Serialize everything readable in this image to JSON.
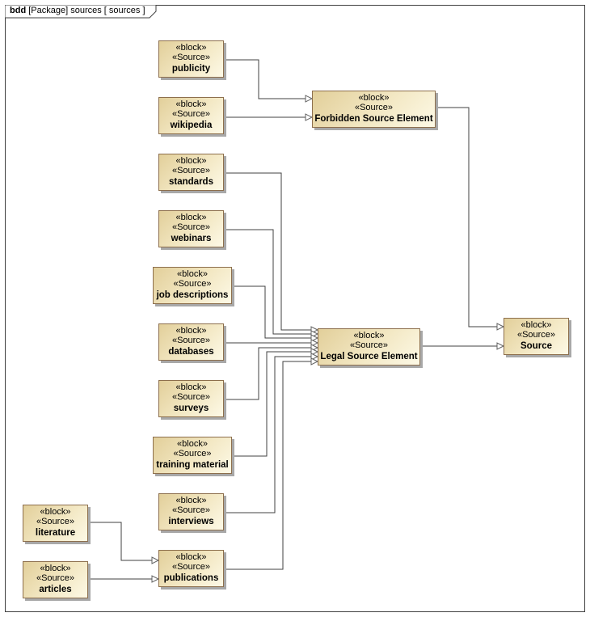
{
  "diagram": {
    "kind": "bdd",
    "frame_title_keyword": "bdd",
    "frame_title_rest": "[Package] sources [ sources ]",
    "stereotypes": [
      "«block»",
      "«Source»"
    ],
    "colors": {
      "line": "#404040",
      "block_border": "#8d6f4d",
      "block_fill_dark": "#e2cf9a",
      "block_fill_light": "#fdf9e6"
    }
  },
  "blocks": [
    {
      "id": "publicity",
      "name": "publicity"
    },
    {
      "id": "wikipedia",
      "name": "wikipedia"
    },
    {
      "id": "forbidden",
      "name": "Forbidden Source Element"
    },
    {
      "id": "standards",
      "name": "standards"
    },
    {
      "id": "webinars",
      "name": "webinars"
    },
    {
      "id": "jobdesc",
      "name": "job descriptions"
    },
    {
      "id": "databases",
      "name": "databases"
    },
    {
      "id": "surveys",
      "name": "surveys"
    },
    {
      "id": "training",
      "name": "training material"
    },
    {
      "id": "interviews",
      "name": "interviews"
    },
    {
      "id": "legal",
      "name": "Legal Source Element"
    },
    {
      "id": "source",
      "name": "Source"
    },
    {
      "id": "literature",
      "name": "literature"
    },
    {
      "id": "articles",
      "name": "articles"
    },
    {
      "id": "publications",
      "name": "publications"
    }
  ],
  "generalizations": [
    {
      "from": "publicity",
      "to": "forbidden"
    },
    {
      "from": "wikipedia",
      "to": "forbidden"
    },
    {
      "from": "forbidden",
      "to": "source"
    },
    {
      "from": "standards",
      "to": "legal"
    },
    {
      "from": "webinars",
      "to": "legal"
    },
    {
      "from": "jobdesc",
      "to": "legal"
    },
    {
      "from": "databases",
      "to": "legal"
    },
    {
      "from": "surveys",
      "to": "legal"
    },
    {
      "from": "training",
      "to": "legal"
    },
    {
      "from": "interviews",
      "to": "legal"
    },
    {
      "from": "publications",
      "to": "legal"
    },
    {
      "from": "legal",
      "to": "source"
    },
    {
      "from": "literature",
      "to": "publications"
    },
    {
      "from": "articles",
      "to": "publications"
    }
  ]
}
